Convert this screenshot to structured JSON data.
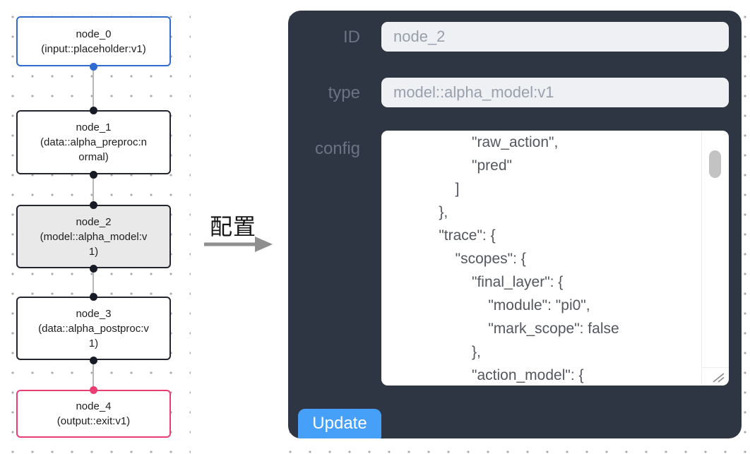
{
  "flow": {
    "nodes": [
      {
        "title": "node_0",
        "subtitle": "(input::placeholder:v1)"
      },
      {
        "title": "node_1",
        "subtitle": "(data::alpha_preproc:normal)"
      },
      {
        "title": "node_2",
        "subtitle": "(model::alpha_model:v1)"
      },
      {
        "title": "node_3",
        "subtitle": "(data::alpha_postproc:v1)"
      },
      {
        "title": "node_4",
        "subtitle": "(output::exit:v1)"
      }
    ],
    "selected_node": "node_2",
    "colors": {
      "input_accent": "#2f6bd0",
      "output_accent": "#e83e74",
      "default_border": "#23262f",
      "selected_bg": "#e9e9e9"
    }
  },
  "annotation": {
    "label": "配置"
  },
  "panel": {
    "bg_color": "#2e3644",
    "id_field": {
      "label": "ID",
      "value": "node_2"
    },
    "type_field": {
      "label": "type",
      "value": "model::alpha_model:v1"
    },
    "config_field": {
      "label": "config",
      "value": "            \"raw_action\",\n            \"pred\"\n        ]\n    },\n    \"trace\": {\n        \"scopes\": {\n            \"final_layer\": {\n                \"module\": \"pi0\",\n                \"mark_scope\": false\n            },\n            \"action_model\": {"
    },
    "update_button": {
      "label": "Update",
      "color": "#47a0f7"
    }
  }
}
